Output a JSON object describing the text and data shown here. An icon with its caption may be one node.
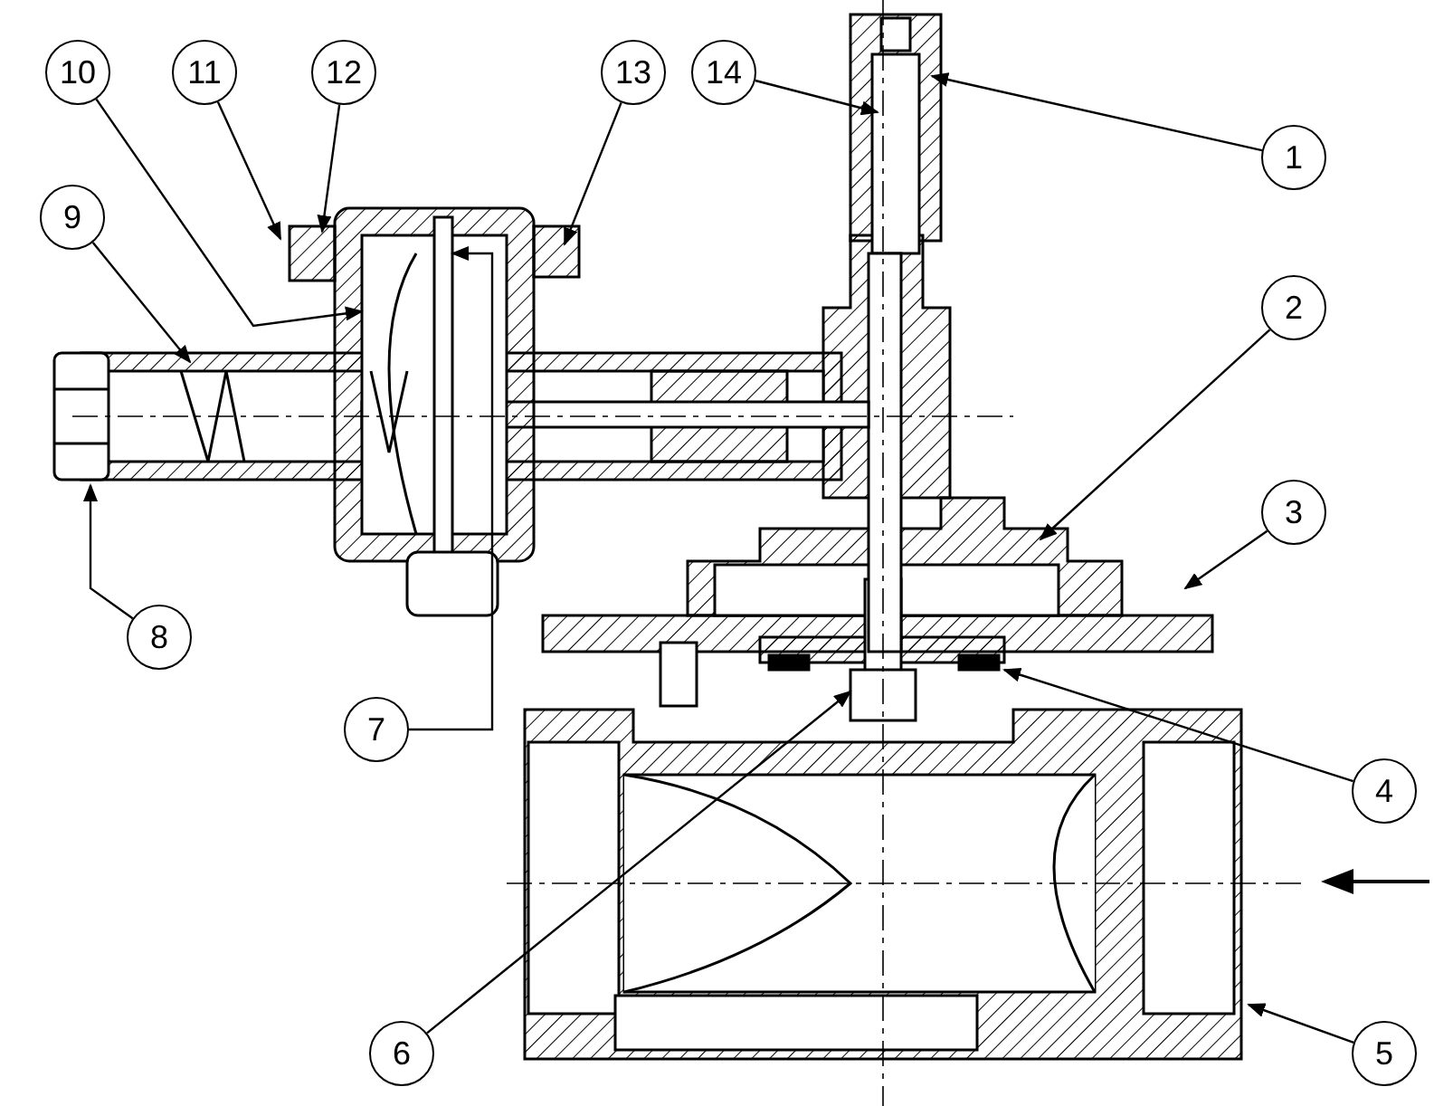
{
  "diagram": {
    "nodes": [
      {
        "text": [
          "10"
        ]
      },
      {
        "text": [
          "11"
        ]
      },
      {
        "text": [
          "12"
        ]
      },
      {
        "text": [
          "13"
        ]
      },
      {
        "text": [
          "14"
        ]
      },
      {
        "text": [
          "1"
        ]
      },
      {
        "text": [
          "9"
        ]
      },
      {
        "text": [
          "2"
        ]
      },
      {
        "text": [
          "3"
        ]
      },
      {
        "text": [
          "8"
        ]
      },
      {
        "text": [
          "7"
        ]
      },
      {
        "text": [
          "4"
        ]
      },
      {
        "text": [
          "6"
        ]
      },
      {
        "text": [
          "5"
        ]
      }
    ],
    "edges": [
      {
        "from": 0,
        "to": null,
        "arrow": "to"
      },
      {
        "from": 1,
        "to": null,
        "arrow": "to"
      },
      {
        "from": 2,
        "to": null,
        "arrow": "to"
      },
      {
        "from": 3,
        "to": null,
        "arrow": "to"
      },
      {
        "from": 4,
        "to": null,
        "arrow": "to"
      },
      {
        "from": 5,
        "to": null,
        "arrow": "to"
      },
      {
        "from": 6,
        "to": null,
        "arrow": "to"
      },
      {
        "from": 7,
        "to": null,
        "arrow": "to"
      },
      {
        "from": 8,
        "to": null,
        "arrow": "to"
      },
      {
        "from": 9,
        "to": null,
        "arrow": "to"
      },
      {
        "from": 10,
        "to": null,
        "arrow": "to"
      },
      {
        "from": 11,
        "to": null,
        "arrow": "to"
      },
      {
        "from": 12,
        "to": null,
        "arrow": "to"
      },
      {
        "from": 13,
        "to": null,
        "arrow": "to"
      }
    ]
  }
}
